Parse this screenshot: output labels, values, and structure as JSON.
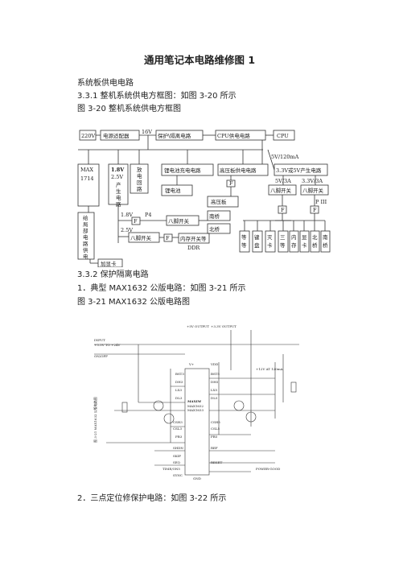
{
  "document": {
    "title": "通用笔记本电路维修图 1",
    "lines": [
      "系统板供电电路",
      "3.3.1 整机系统供电方框图：如图 3-20 所示",
      "图 3-20 整机系统供电方框图",
      "3.3.2 保护隔离电路",
      "1．典型 MAX1632 公版电路：如图 3-21 所示",
      "图 3-21 MAX1632 公版电路图",
      "2．三点定位修保护电路：如图 3-22 所示"
    ]
  },
  "block_diagram": {
    "ac_voltage": "220V",
    "adapter": "电源适配器",
    "dc_voltage": "16V",
    "protect_isolate": "保护\\隔离电路",
    "cpu_power": "CPU供电电路",
    "cpu": "CPU",
    "spec_5v": "5V/120mA",
    "max": "MAX",
    "max_num": "1714",
    "v18": "1.8V",
    "v25": "2.5V",
    "sheng": "产",
    "sheng2": "生",
    "dian": "电",
    "lu": "路",
    "fang": "放",
    "fang_dian": "电",
    "fang_hui": "回",
    "fang_lu": "路",
    "charger": "锂电池充电电路",
    "hv_board": "高压板供电电路",
    "v33_5v": "3.3V或5V产生电路",
    "battery": "锂电池",
    "hv": "高压板",
    "spec_5v3a": "5V/3A",
    "spec_33v3a": "3.3V/3A",
    "eight_pin_1": "八脚开关",
    "eight_pin_2": "八脚开关",
    "eight_pin_3": "八脚开关",
    "eight_pin_4": "八脚开关",
    "f": "F",
    "p4": "P4",
    "p3": "P III",
    "nb": "南桥",
    "sb": "北桥",
    "local_power": [
      "给",
      "局",
      "部",
      "电",
      "路",
      "供",
      "电"
    ],
    "v18_label": "1.8V",
    "v25_label": "2.5V",
    "mem_switch": "内存开关等",
    "ddr": "DDR",
    "card": "加显卡",
    "dev1": [
      "等",
      "等"
    ],
    "dev2": [
      "键",
      "盘"
    ],
    "dev3": [
      "灭",
      "卡"
    ],
    "dev4": [
      "三",
      "等"
    ],
    "dev5": [
      "内",
      "存"
    ],
    "dev6": [
      "显",
      "卡"
    ],
    "dev7": [
      "北",
      "桥"
    ],
    "dev8": [
      "南",
      "桥"
    ]
  },
  "schematic": {
    "chip_brand": "MAXIM",
    "chip_model": "MAX1632",
    "chip_model2": "MAX1633",
    "side_caption": "图 3-21 MAX1632 公版电路图",
    "labels": [
      "+5V OUTPUT",
      "+3.3V OUTPUT",
      "INPUT",
      "+5.5V TO +24V",
      "ON/OFF",
      "BST3",
      "DH3",
      "LX3",
      "DL3",
      "CSH3",
      "CSL3",
      "FB3",
      "BST5",
      "DH5",
      "LX5",
      "DL5",
      "CSH5",
      "CSL5",
      "FB5",
      "VDD",
      "V+",
      "REF",
      "SHDN",
      "SKIP",
      "SEQ",
      "TIME/ON5",
      "RESET",
      "GND",
      "SYNC",
      "+12V AT 120mA",
      "POWER-GOOD"
    ]
  },
  "colors": {
    "text": "#222222",
    "line": "#333333"
  }
}
